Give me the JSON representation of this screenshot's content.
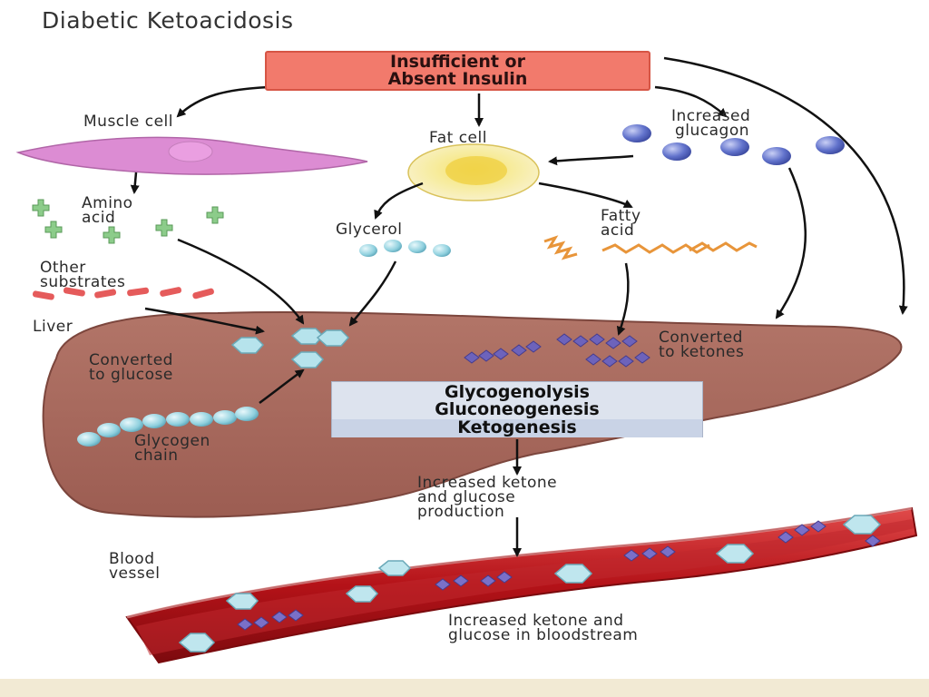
{
  "title": "Diabetic Ketoacidosis",
  "insulin_box": {
    "line1": "Insufficient or",
    "line2": "Absent Insulin"
  },
  "labels": {
    "muscle_cell": "Muscle cell",
    "fat_cell": "Fat cell",
    "glucagon_line1": "Increased",
    "glucagon_line2": "glucagon",
    "amino_line1": "Amino",
    "amino_line2": "acid",
    "glycerol": "Glycerol",
    "fatty_line1": "Fatty",
    "fatty_line2": "acid",
    "other_line1": "Other",
    "other_line2": "substrates",
    "liver": "Liver",
    "converted_glucose_line1": "Converted",
    "converted_glucose_line2": "to glucose",
    "converted_ketones_line1": "Converted",
    "converted_ketones_line2": "to ketones",
    "glycogen_line1": "Glycogen",
    "glycogen_line2": "chain",
    "production_line1": "Increased ketone",
    "production_line2": "and glucose",
    "production_line3": "production",
    "blood_line1": "Blood",
    "blood_line2": "vessel",
    "bloodstream_line1": "Increased ketone and",
    "bloodstream_line2": "glucose in bloodstream"
  },
  "process_box": {
    "line1": "Glycogenolysis",
    "line2": "Gluconeogenesis",
    "line3": "Ketogenesis"
  },
  "colors": {
    "insulin_fill": "#f27a6c",
    "liver": "#a3675c",
    "muscle": "#d985cf",
    "fat": "#f3e38c",
    "glucagon": "#5f6fc8",
    "amino": "#7cc07c",
    "glucose": "#a9dbe6",
    "ketone": "#6d63b9",
    "substrates": "#e05050",
    "vessel": "#b8141a",
    "process_fill": "#dde3ee"
  }
}
